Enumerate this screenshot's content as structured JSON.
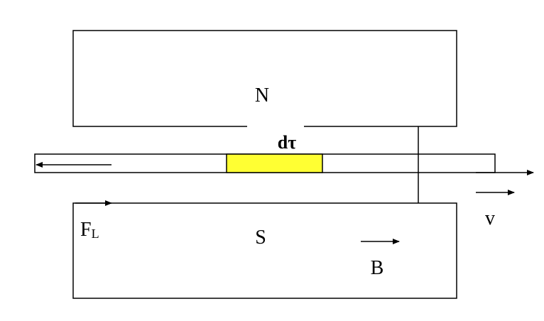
{
  "magnet_north_label": "N",
  "magnet_south_label": "S",
  "element_label": "dτ",
  "force_label": {
    "main": "F",
    "subscript": "L"
  },
  "velocity_label": "v",
  "field_label": "B",
  "colors": {
    "element_fill": "#ffff33",
    "stroke": "#000000",
    "background": "#ffffff"
  }
}
